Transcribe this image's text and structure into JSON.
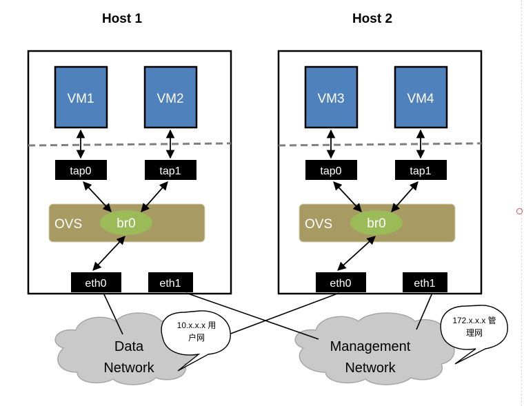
{
  "hosts": [
    {
      "title": "Host 1",
      "vms": [
        "VM1",
        "VM2"
      ],
      "taps": [
        "tap0",
        "tap1"
      ],
      "ovs_label": "OVS",
      "bridge_label": "br0",
      "nics": [
        "eth0",
        "eth1"
      ]
    },
    {
      "title": "Host 2",
      "vms": [
        "VM3",
        "VM4"
      ],
      "taps": [
        "tap0",
        "tap1"
      ],
      "ovs_label": "OVS",
      "bridge_label": "br0",
      "nics": [
        "eth0",
        "eth1"
      ]
    }
  ],
  "clouds": {
    "data_network": {
      "line1": "Data",
      "line2": "Network"
    },
    "management_network": {
      "line1": "Management",
      "line2": "Network"
    }
  },
  "callouts": {
    "data": {
      "line1": "10.x.x.x 用",
      "line2": "户网"
    },
    "management": {
      "line1": "172.x.x.x 管",
      "line2": "理网"
    }
  },
  "colors": {
    "vm_fill": "#4f81bd",
    "ovs_fill": "#a79b63",
    "bridge_fill": "#9bbb59",
    "cloud_fill": "#c9c9c9",
    "dashed_line": "#7f7f7f"
  }
}
